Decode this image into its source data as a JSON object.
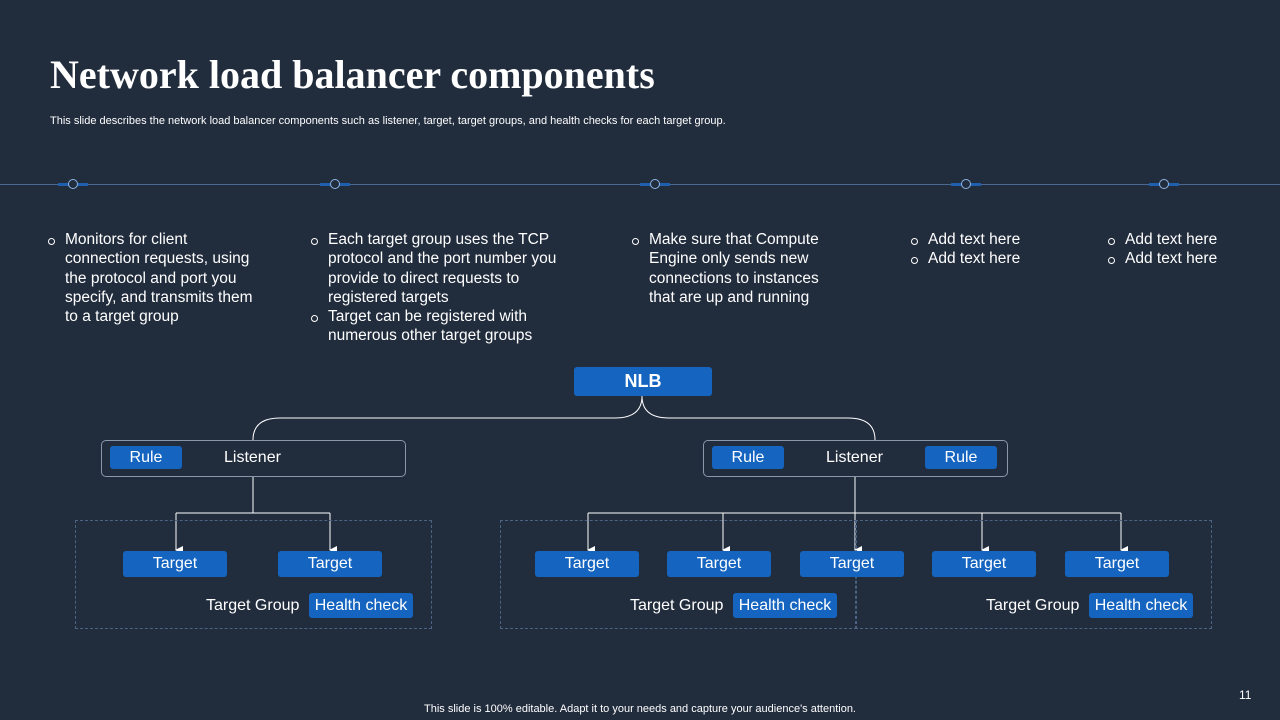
{
  "slide": {
    "title": "Network load balancer components",
    "subtitle": "This slide describes the network load balancer components such as listener, target, target groups, and health checks for each target group.",
    "footer": "This slide is 100% editable. Adapt it to your needs and capture your audience's attention.",
    "page_number": "11"
  },
  "columns": [
    {
      "bullets": [
        "Monitors for client connection requests, using the protocol and port you specify, and transmits them to a target group"
      ]
    },
    {
      "bullets": [
        "Each target group uses the TCP protocol and the port number you provide to direct requests to registered targets",
        "Target can be registered with numerous other target groups"
      ]
    },
    {
      "bullets": [
        "Make sure that Compute Engine only sends new connections to instances that are up and running"
      ]
    },
    {
      "bullets": [
        "Add text here",
        "Add text here"
      ]
    },
    {
      "bullets": [
        "Add text here",
        "Add text here"
      ]
    }
  ],
  "diagram": {
    "root": "NLB",
    "listener_left": {
      "rule": "Rule",
      "label": "Listener"
    },
    "listener_right": {
      "rule_left": "Rule",
      "label": "Listener",
      "rule_right": "Rule"
    },
    "target_label": "Target",
    "target_group_label": "Target Group",
    "health_check_label": "Health check"
  },
  "colors": {
    "background": "#212c3d",
    "accent": "#1565c0",
    "box_border": "#8a98ab"
  }
}
